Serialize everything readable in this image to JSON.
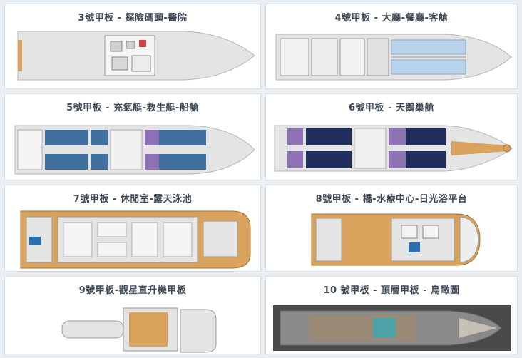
{
  "decks": [
    {
      "title": "3號甲板 - 探險碼頭-醫院"
    },
    {
      "title": "4號甲板 - 大廳-餐廳-客艙"
    },
    {
      "title": "5號甲板 - 充氣艇-救生艇-船艙"
    },
    {
      "title": "6號甲板 - 天鵝巢艙"
    },
    {
      "title": "7號甲板 - 休閒室-露天泳池"
    },
    {
      "title": "8號甲板 - 橋-水療中心-日光浴平台"
    },
    {
      "title": "9號甲板-觀星直升機甲板"
    },
    {
      "title": "10 號甲板 - 頂層甲板 - 鳥瞰圖"
    }
  ],
  "colors": {
    "hull": "#e4e4e4",
    "wood": "#d9a35e",
    "cabin_blue": "#3f6f9e",
    "light_blue": "#b9d3ea",
    "purple": "#8e72b5",
    "navy": "#1f2e5c",
    "dark_deck": "#4a4a4a"
  }
}
